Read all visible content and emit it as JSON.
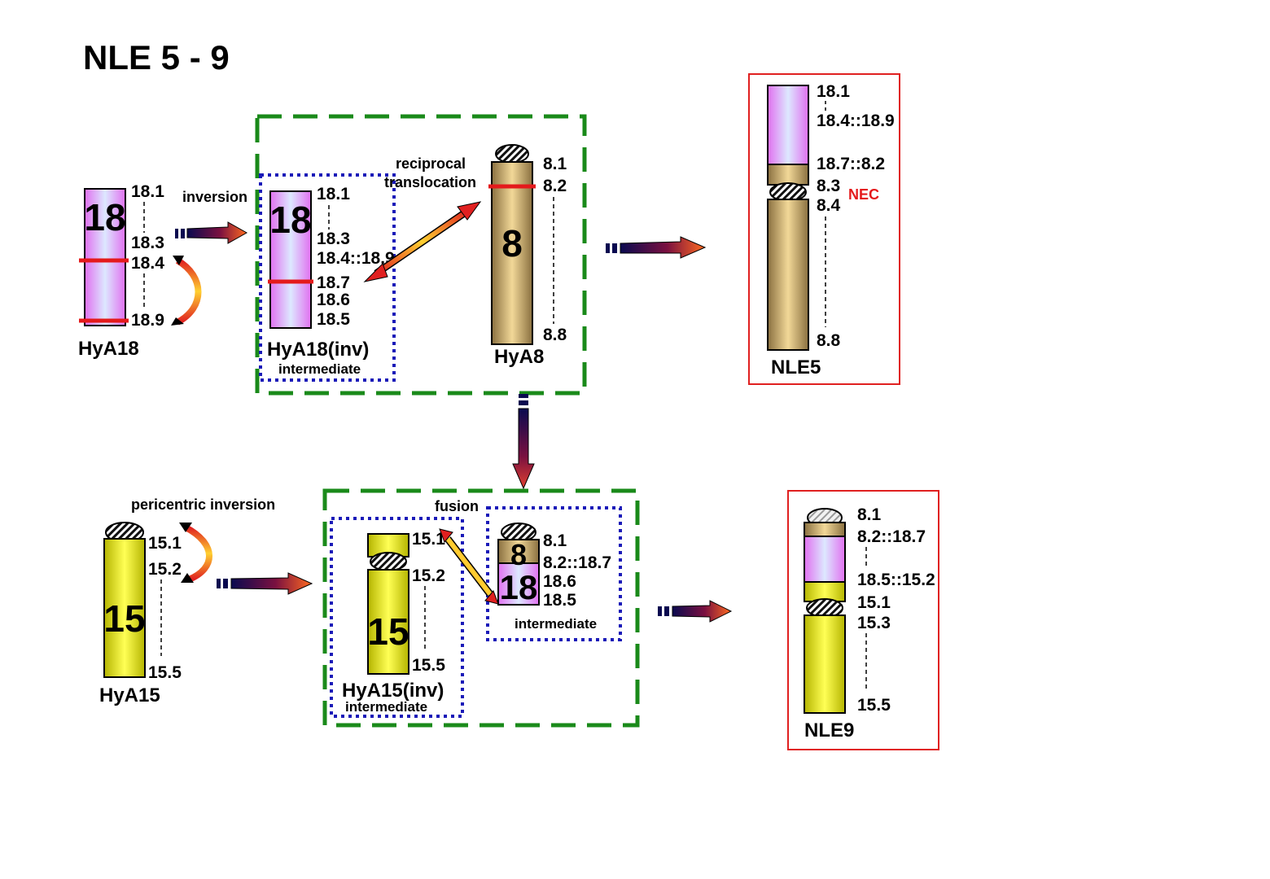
{
  "title": "NLE 5 - 9",
  "colors": {
    "chr18_light": "#dde8ff",
    "chr18_dark": "#e070f0",
    "chr8_light": "#f2d898",
    "chr8_dark": "#8a7040",
    "chr15_light": "#ffff66",
    "chr15_dark": "#c8c800",
    "breakpoint": "#e41a1c",
    "green_box": "#1a8a1a",
    "blue_box": "#1a1ab8",
    "red_box": "#e02020",
    "nec_text": "#e41a1c"
  },
  "processes": {
    "inversion": "inversion",
    "reciprocal": "reciprocal",
    "translocation": "translocation",
    "pericentric_inversion": "pericentric inversion",
    "fusion": "fusion"
  },
  "chromosomes": {
    "hya18": {
      "name": "HyA18",
      "number": "18",
      "bands": [
        "18.1",
        "18.3",
        "18.4",
        "18.9"
      ]
    },
    "hya18inv": {
      "name": "HyA18(inv)",
      "note": "intermediate",
      "number": "18",
      "bands": [
        "18.1",
        "18.3",
        "18.4::18.9",
        "18.7",
        "18.6",
        "18.5"
      ]
    },
    "hya8": {
      "name": "HyA8",
      "number": "8",
      "bands": [
        "8.1",
        "8.2",
        "8.8"
      ]
    },
    "nle5": {
      "name": "NLE5",
      "bands": [
        "18.1",
        "18.4::18.9",
        "18.7::8.2",
        "8.3",
        "8.4",
        "8.8"
      ],
      "nec": "NEC"
    },
    "hya15": {
      "name": "HyA15",
      "number": "15",
      "bands": [
        "15.1",
        "15.2",
        "15.5"
      ]
    },
    "hya15inv": {
      "name": "HyA15(inv)",
      "note": "intermediate",
      "number": "15",
      "bands": [
        "15.1",
        "15.2",
        "15.5"
      ]
    },
    "fused": {
      "note": "intermediate",
      "number_top": "8",
      "number_bottom": "18",
      "bands": [
        "8.1",
        "8.2::18.7",
        "18.6",
        "18.5"
      ]
    },
    "nle9": {
      "name": "NLE9",
      "bands": [
        "8.1",
        "8.2::18.7",
        "18.5::15.2",
        "15.1",
        "15.3",
        "15.5"
      ]
    }
  }
}
